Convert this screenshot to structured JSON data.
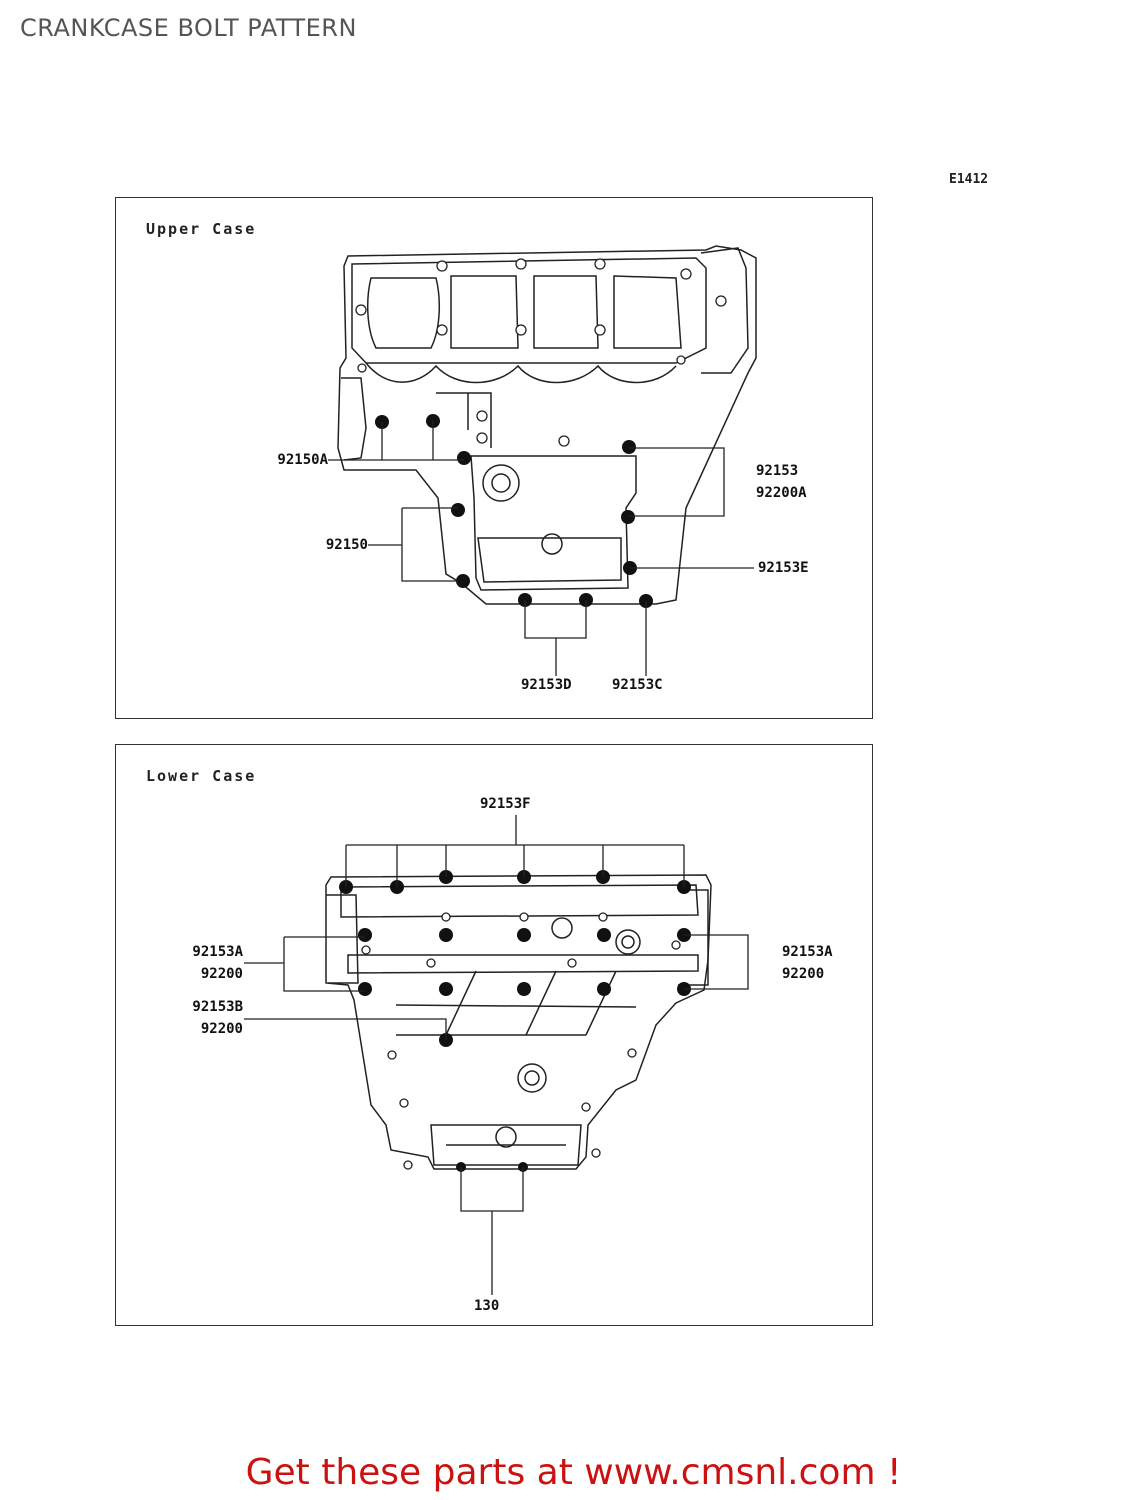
{
  "page": {
    "title": "CRANKCASE BOLT PATTERN",
    "ref_code": "E1412",
    "footer": "Get these parts at www.cmsnl.com !"
  },
  "upper": {
    "title": "Upper Case",
    "labels": {
      "p92150A": "92150A",
      "p92150": "92150",
      "p92153": "92153",
      "p92200A": "92200A",
      "p92153E": "92153E",
      "p92153D": "92153D",
      "p92153C": "92153C"
    }
  },
  "lower": {
    "title": "Lower Case",
    "labels": {
      "p92153F": "92153F",
      "left_92153A": "92153A",
      "left_92200_a": "92200",
      "p92153B": "92153B",
      "left_92200_b": "92200",
      "right_92153A": "92153A",
      "right_92200": "92200",
      "p130": "130"
    }
  },
  "colors": {
    "line": "#222222",
    "bolt": "#111111",
    "footer": "#cc1111"
  }
}
